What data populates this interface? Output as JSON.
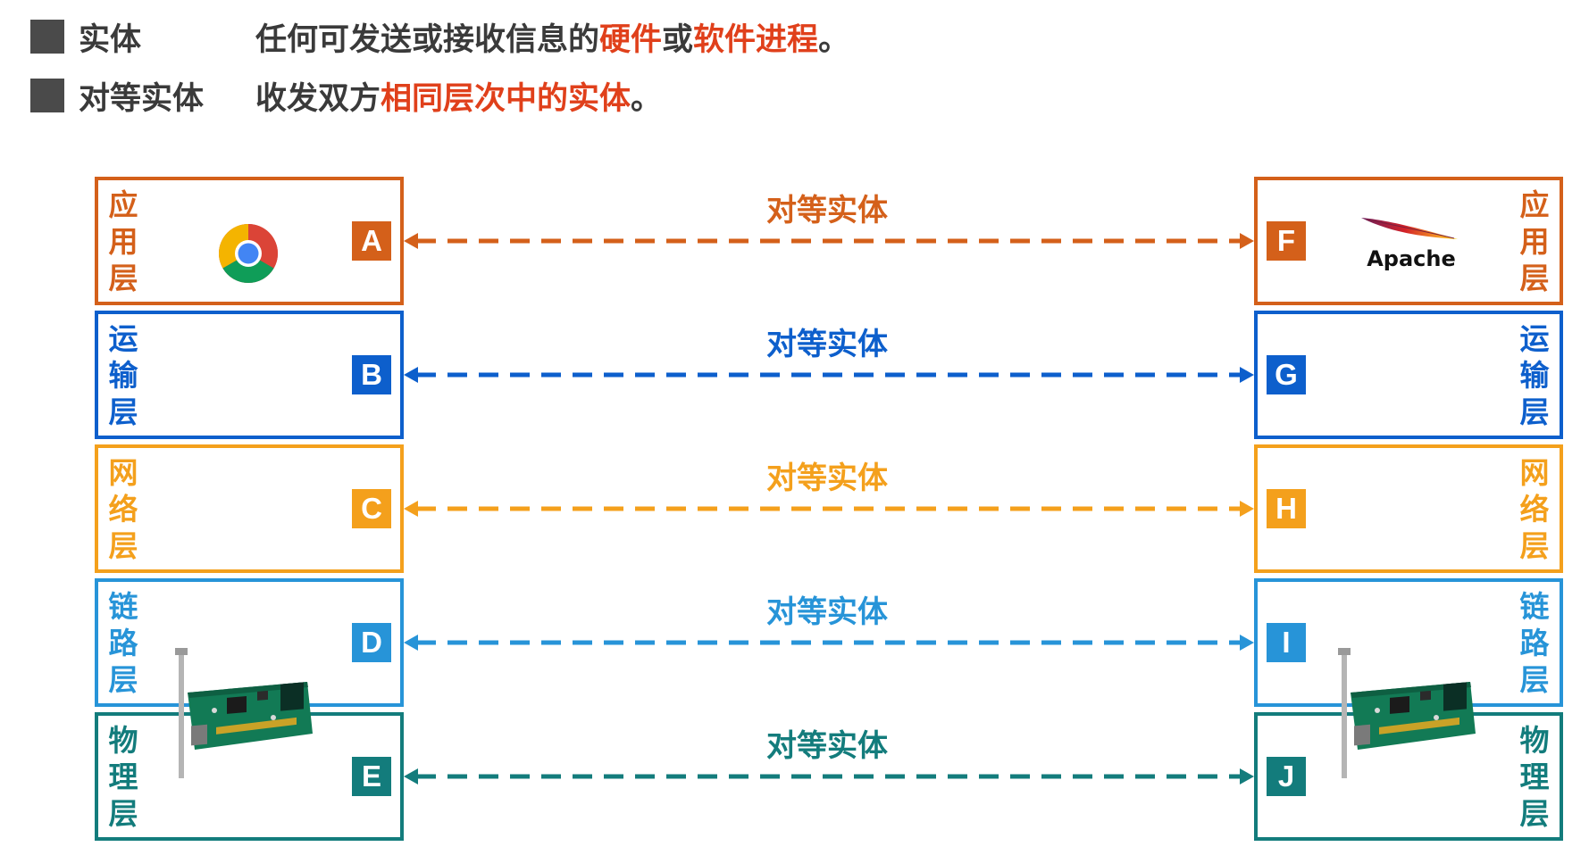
{
  "definitions": [
    {
      "term": "实体",
      "desc_parts": [
        {
          "text": "任何可发送或接收信息的",
          "highlight": false
        },
        {
          "text": "硬件",
          "highlight": true
        },
        {
          "text": "或",
          "highlight": false
        },
        {
          "text": "软件进程",
          "highlight": true
        },
        {
          "text": "。",
          "highlight": false
        }
      ]
    },
    {
      "term": "对等实体",
      "desc_parts": [
        {
          "text": "收发双方",
          "highlight": false
        },
        {
          "text": "相同层次中的实体",
          "highlight": true
        },
        {
          "text": "。",
          "highlight": false
        }
      ]
    }
  ],
  "colors": {
    "highlight": "#e0401b",
    "bullet": "#4a4a4a",
    "text": "#3a3a3a"
  },
  "layers": [
    {
      "id": "application",
      "name_chars": [
        "应",
        "用",
        "层"
      ],
      "color": "#d4601a",
      "left_entity": "A",
      "right_entity": "F"
    },
    {
      "id": "transport",
      "name_chars": [
        "运",
        "输",
        "层"
      ],
      "color": "#0d5fcc",
      "left_entity": "B",
      "right_entity": "G"
    },
    {
      "id": "network",
      "name_chars": [
        "网",
        "络",
        "层"
      ],
      "color": "#f4a01c",
      "left_entity": "C",
      "right_entity": "H"
    },
    {
      "id": "link",
      "name_chars": [
        "链",
        "路",
        "层"
      ],
      "color": "#2794d8",
      "left_entity": "D",
      "right_entity": "I"
    },
    {
      "id": "physical",
      "name_chars": [
        "物",
        "理",
        "层"
      ],
      "color": "#137c7c",
      "left_entity": "E",
      "right_entity": "J"
    }
  ],
  "peer_label": "对等实体",
  "icons": {
    "left_application": "chrome-browser-icon",
    "right_application": "apache-feather-logo",
    "link_physical": "network-interface-card-icon"
  },
  "apache_logo_text": "Apache"
}
